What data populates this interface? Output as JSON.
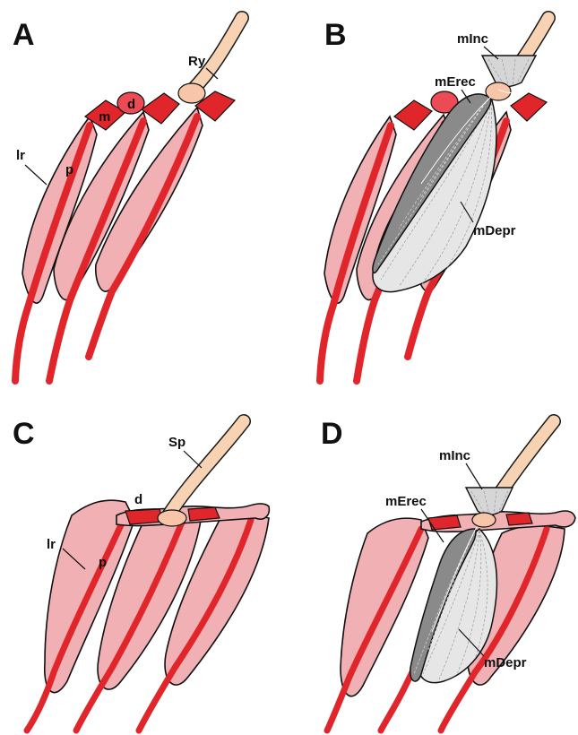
{
  "panels": {
    "a": {
      "letter": "A",
      "labels": {
        "ray": "Ry",
        "median": "m",
        "distal": "d",
        "lepidotrichia": "lr",
        "proximal": "p"
      }
    },
    "b": {
      "letter": "B",
      "labels": {
        "inclinator": "mInc",
        "erector": "mErec",
        "depressor": "mDepr"
      }
    },
    "c": {
      "letter": "C",
      "labels": {
        "spine": "Sp",
        "distal": "d",
        "lepidotrichia": "lr",
        "proximal": "p"
      }
    },
    "d": {
      "letter": "D",
      "labels": {
        "inclinator": "mInc",
        "erector": "mErec",
        "depressor": "mDepr"
      }
    }
  },
  "colors": {
    "pterygiophore": "#f1b0b4",
    "ray_red": "#e0262b",
    "radial_salmon": "#ec4b55",
    "spine_cream": "#f7d3b4",
    "erector_grey": "#8a8a8a",
    "depressor_light": "#e6e6e6"
  }
}
